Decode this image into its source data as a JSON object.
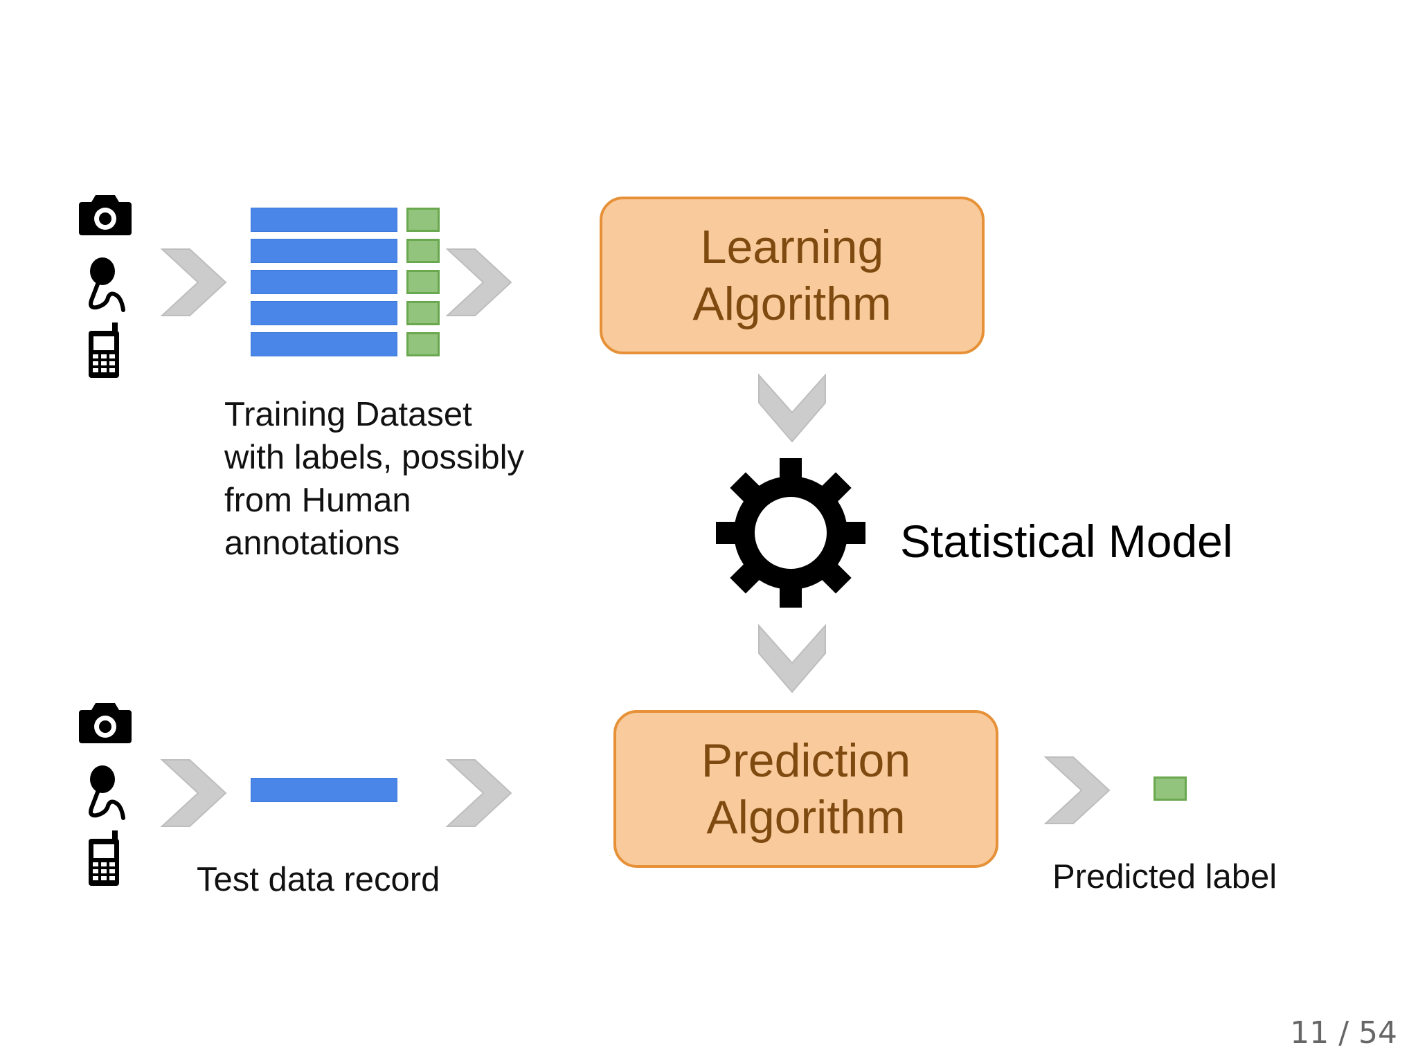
{
  "training_dataset": {
    "caption_lines": [
      "Training Dataset",
      "with labels, possibly",
      "from Human",
      "annotations"
    ]
  },
  "learning_algorithm": {
    "line1": "Learning",
    "line2": "Algorithm"
  },
  "statistical_model": {
    "label": "Statistical Model"
  },
  "test_data": {
    "caption": "Test data record"
  },
  "prediction_algorithm": {
    "line1": "Prediction",
    "line2": "Algorithm"
  },
  "predicted_label": {
    "caption": "Predicted label"
  },
  "page": {
    "counter": "11 / 54"
  },
  "icons": [
    "camera-icon",
    "microphone-icon",
    "mobile-phone-icon",
    "chevron-right-icon",
    "chevron-down-icon",
    "gear-icon"
  ],
  "colors": {
    "data_bar": "#4a86e8",
    "label_square": "#93c47d",
    "algo_box_fill": "#f9cb9c",
    "algo_box_border": "#e69138",
    "algo_text": "#7f4a10",
    "arrow": "#cccccc"
  }
}
